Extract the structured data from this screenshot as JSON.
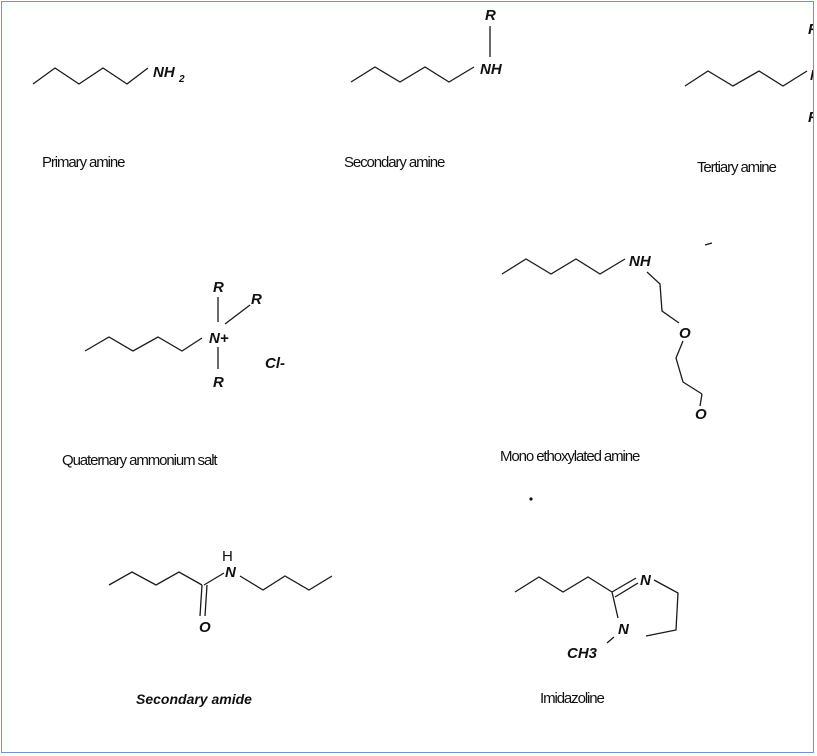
{
  "captions": {
    "primary": "Primary amine",
    "secondary": "Secondary amine",
    "tertiary": "Tertiary amine",
    "quaternary": "Quaternary ammonium salt",
    "mono_ethoxylated": "Mono ethoxylated amine",
    "secondary_amide": "Secondary amide",
    "imidazoline": "Imidazoline"
  },
  "atoms": {
    "nh2_n": "NH",
    "nh2_sub": "2",
    "r": "R",
    "nh": "NH",
    "n_plus": "N+",
    "cl": "Cl-",
    "o": "O",
    "h": "H",
    "n": "N",
    "ch3": "CH3"
  },
  "colors": {
    "frame_border": "#6f96c6",
    "ink": "#111111"
  }
}
